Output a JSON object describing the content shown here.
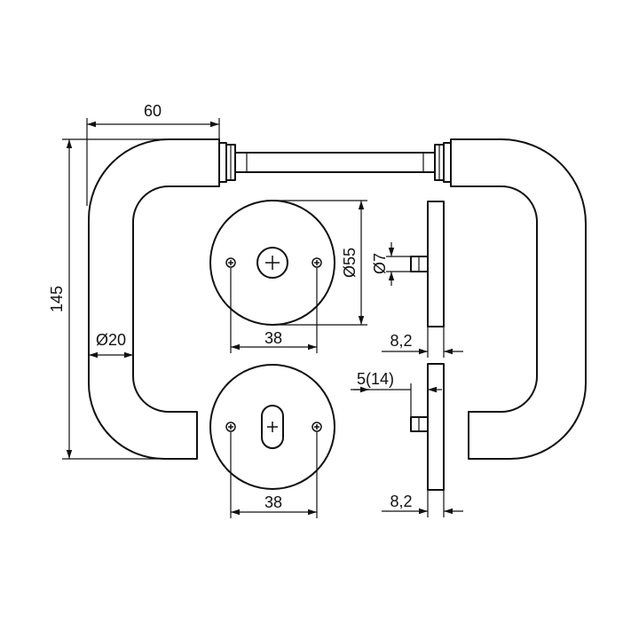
{
  "colors": {
    "ink": "#111111",
    "background": "#ffffff"
  },
  "dimensions": {
    "handle_width": "60",
    "handle_height": "145",
    "handle_diameter": "Ø20",
    "rosette_diameter": "Ø55",
    "screw_spacing_top": "38",
    "screw_spacing_bottom": "38",
    "spindle_diameter": "Ø7",
    "rosette_thickness_top": "8,2",
    "rosette_thickness_bottom": "8,2",
    "pin_length": "5(14)"
  },
  "icons": {
    "lever_handle": "lever-handle-icon",
    "spindle_hole": "spindle-hole-icon",
    "keyhole": "keyhole-icon",
    "screw": "screw-icon"
  }
}
